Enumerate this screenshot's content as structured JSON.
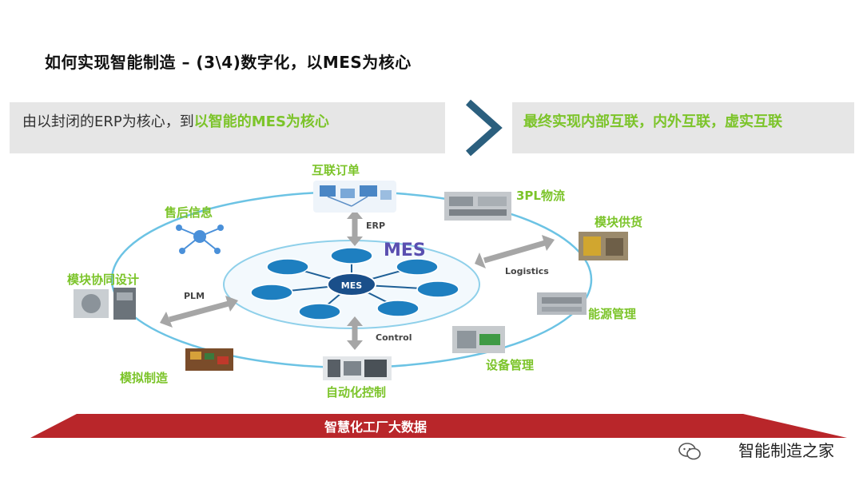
{
  "title": "如何实现智能制造 – (3\\4)数字化，以MES为核心",
  "banner_left": {
    "plain": "由以封闭的ERP为核心，到",
    "highlight": "以智能的MES为核心"
  },
  "banner_right": "最终实现内部互联，内外互联，虚实互联",
  "hub": {
    "title": "MES",
    "center": "MES"
  },
  "nodes": {
    "orders": "互联订单",
    "logistics3pl": "3PL物流",
    "supply": "模块供货",
    "energy": "能源管理",
    "equipment": "设备管理",
    "control": "自动化控制",
    "sim": "模拟制造",
    "design": "模块协同设计",
    "aftersales": "售后信息"
  },
  "arrows": {
    "erp": "ERP",
    "logistics": "Logistics",
    "control": "Control",
    "plm": "PLM"
  },
  "footer": "智慧化工厂大数据",
  "watermark": "智能制造之家",
  "colors": {
    "green": "#7cc42a",
    "footer_red": "#b9262a",
    "ring": "#2aa8d8",
    "petal": "#1e7fc0"
  }
}
